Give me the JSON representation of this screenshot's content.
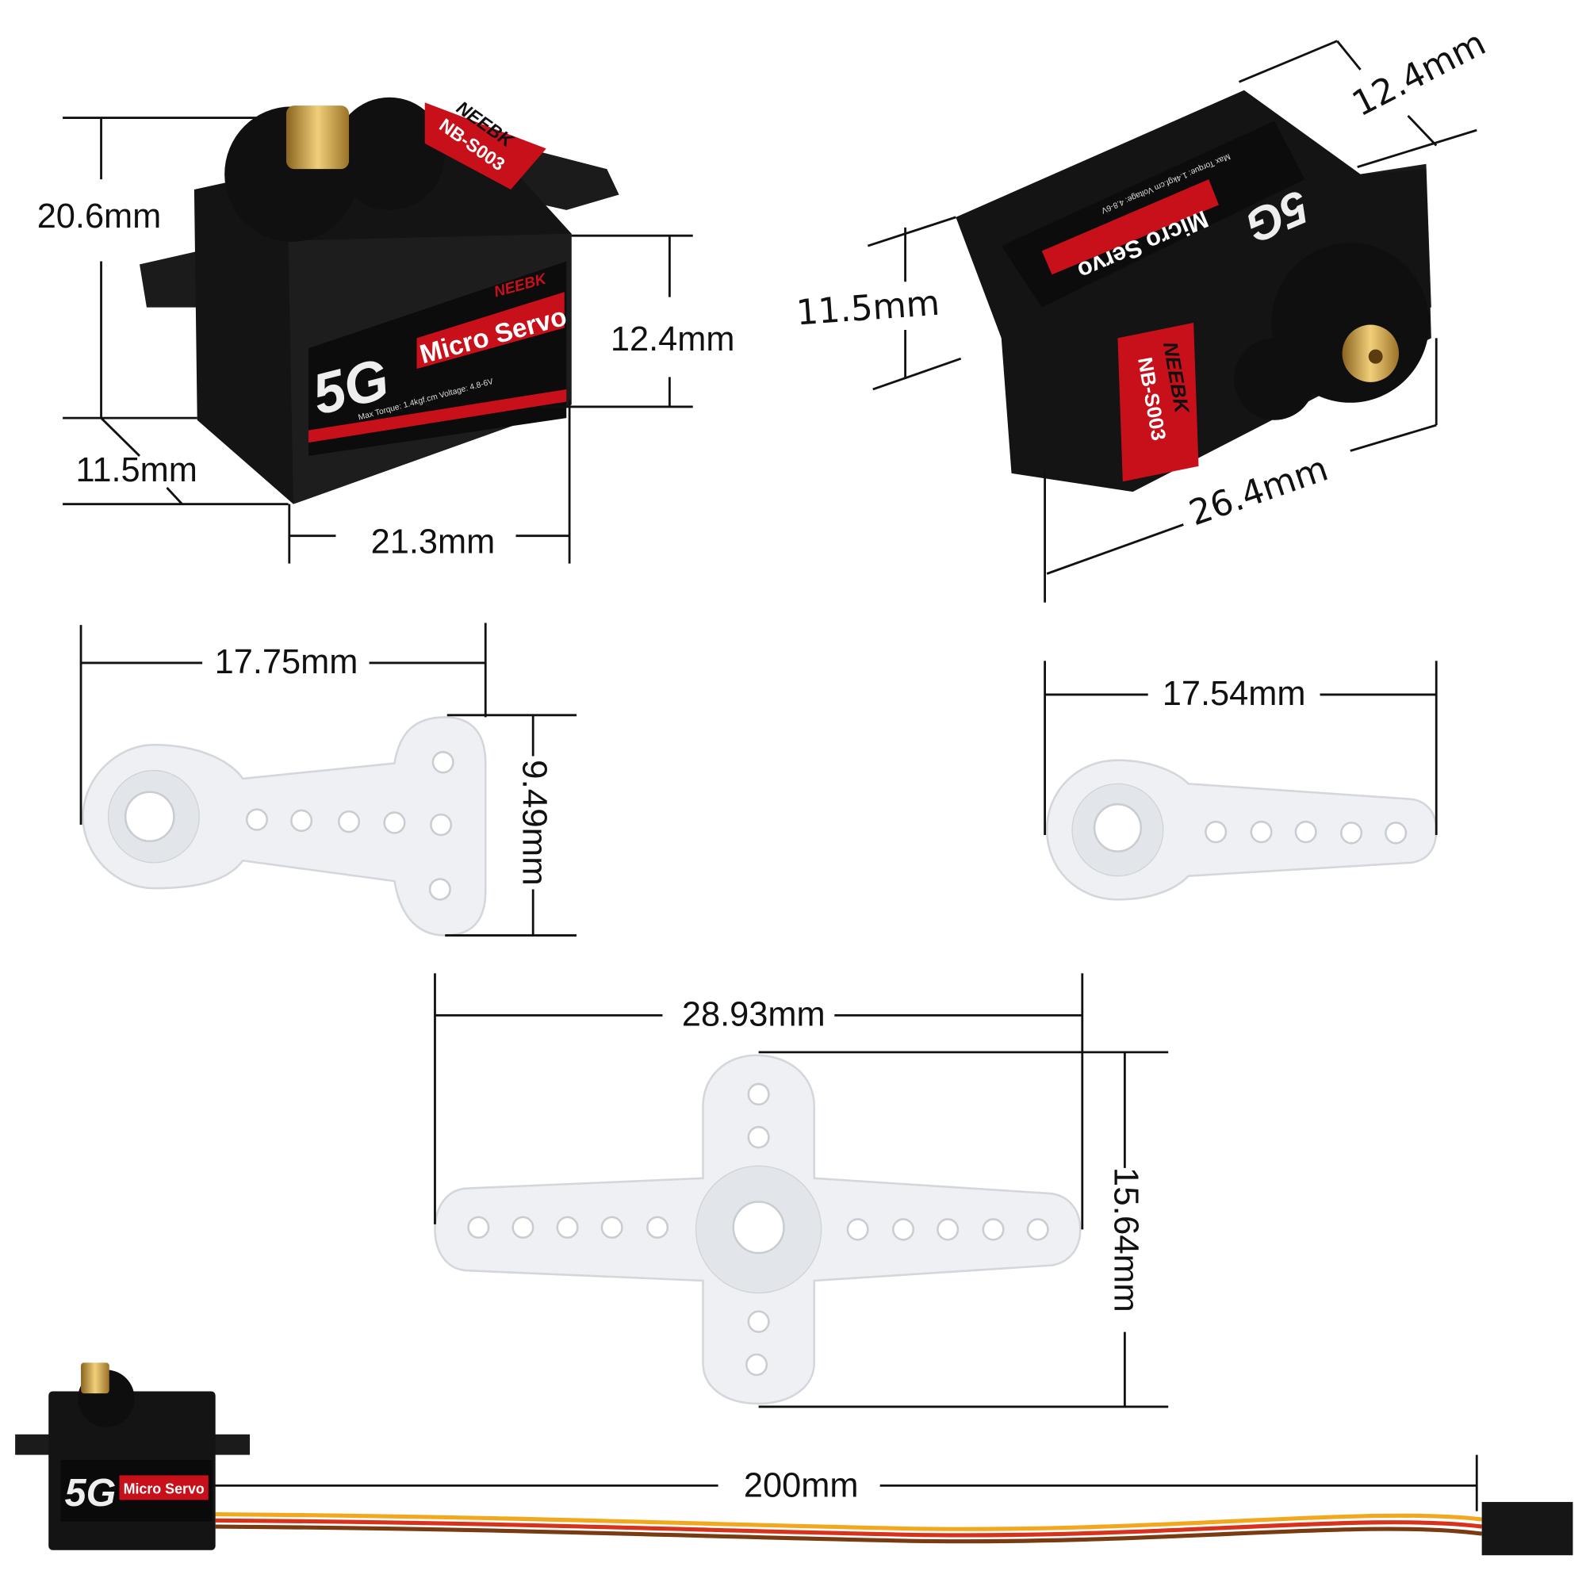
{
  "product": {
    "brand": "NEEBK",
    "model": "NB-S003",
    "size_badge": "5G",
    "name": "Micro Servo",
    "specs": "Max Torque: 1.4kgf.cm Voltage: 4.8-6V"
  },
  "colors": {
    "label_red": "#c8101a",
    "body": "#151515",
    "brass": "#c9a24a",
    "horn": "#eef0f3",
    "wire": [
      "#f2a81d",
      "#d8321c",
      "#7a3b12"
    ]
  },
  "front_view": {
    "height": "20.6mm",
    "body_height": "12.4mm",
    "depth": "11.5mm",
    "width": "21.3mm"
  },
  "rear_view": {
    "body_height": "12.4mm",
    "depth": "11.5mm",
    "length": "26.4mm"
  },
  "horns": {
    "single_t": {
      "length": "17.75mm",
      "width": "9.49mm"
    },
    "single_arm": {
      "length": "17.54mm"
    },
    "cross": {
      "length": "28.93mm",
      "width": "15.64mm"
    }
  },
  "cable": {
    "length": "200mm"
  }
}
